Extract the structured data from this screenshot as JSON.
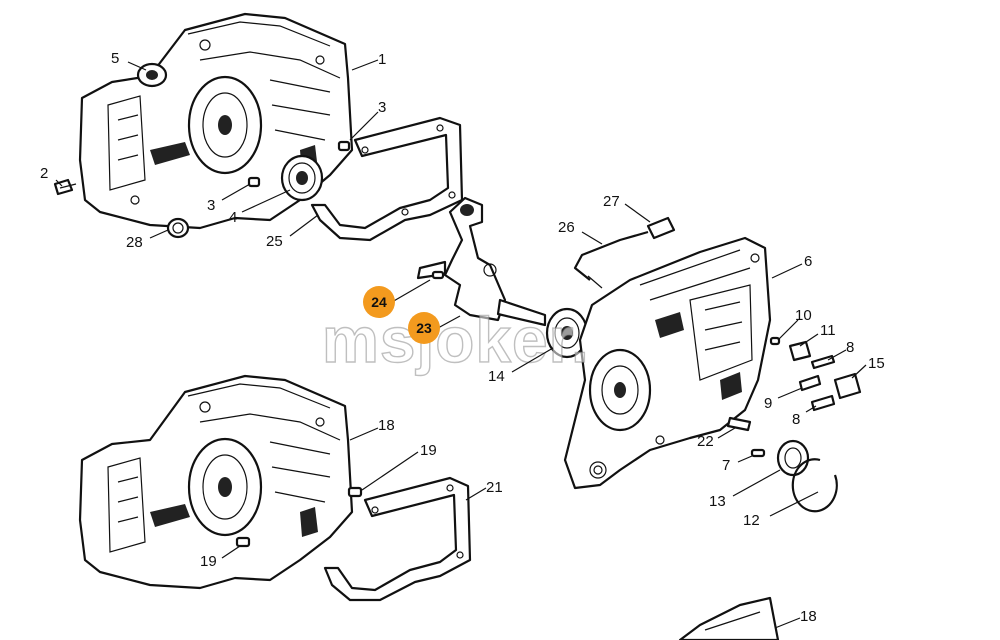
{
  "watermark": "msjoker.",
  "colors": {
    "highlight": "#f39a1e",
    "line": "#111111",
    "background": "#ffffff"
  },
  "labels": {
    "p1": "1",
    "p2": "2",
    "p3a": "3",
    "p3b": "3",
    "p4": "4",
    "p5": "5",
    "p6": "6",
    "p7": "7",
    "p8a": "8",
    "p8b": "8",
    "p9": "9",
    "p10": "10",
    "p11": "11",
    "p12": "12",
    "p13": "13",
    "p14": "14",
    "p15": "15",
    "p18a": "18",
    "p18b": "18",
    "p19a": "19",
    "p19b": "19",
    "p21": "21",
    "p22": "22",
    "p23": "23",
    "p24": "24",
    "p25": "25",
    "p26": "26",
    "p27": "27",
    "p28": "28"
  }
}
